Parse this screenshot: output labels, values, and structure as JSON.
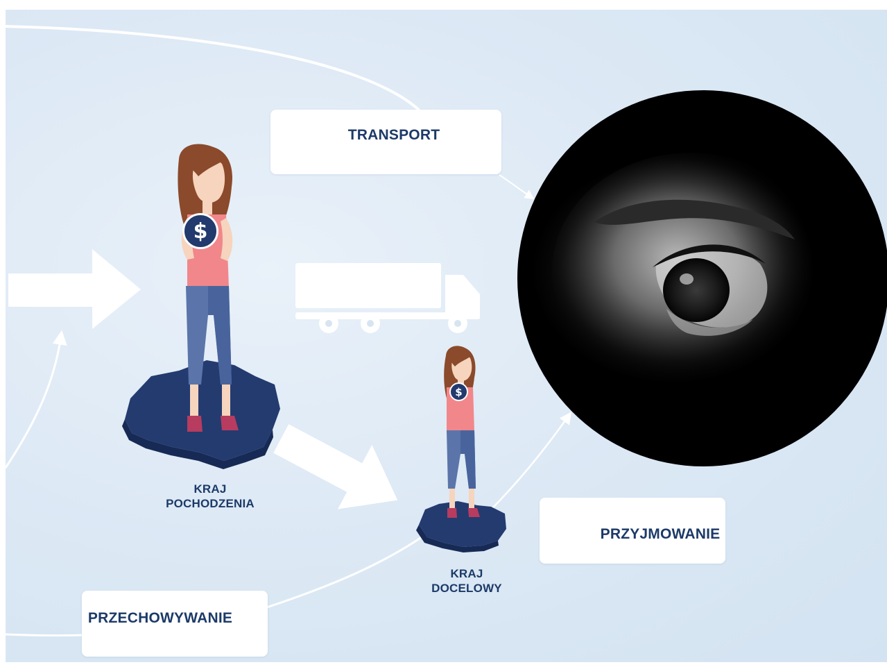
{
  "labels": {
    "transport": "TRANSPORT",
    "przyjmowanie": "PRZYJMOWANIE",
    "przechowywanie": "PRZECHOWYWANIE",
    "origin_line1": "KRAJ",
    "origin_line2": "POCHODZENIA",
    "dest_line1": "KRAJ",
    "dest_line2": "DOCELOWY"
  },
  "badge_symbol": "$",
  "colors": {
    "label_text": "#1c3a68",
    "map_fill": "#243b70",
    "background": "#dde9f5",
    "arrow": "#ffffff"
  },
  "icons": [
    "truck-icon",
    "dollar-sign-icon",
    "arrow-right-icon"
  ]
}
